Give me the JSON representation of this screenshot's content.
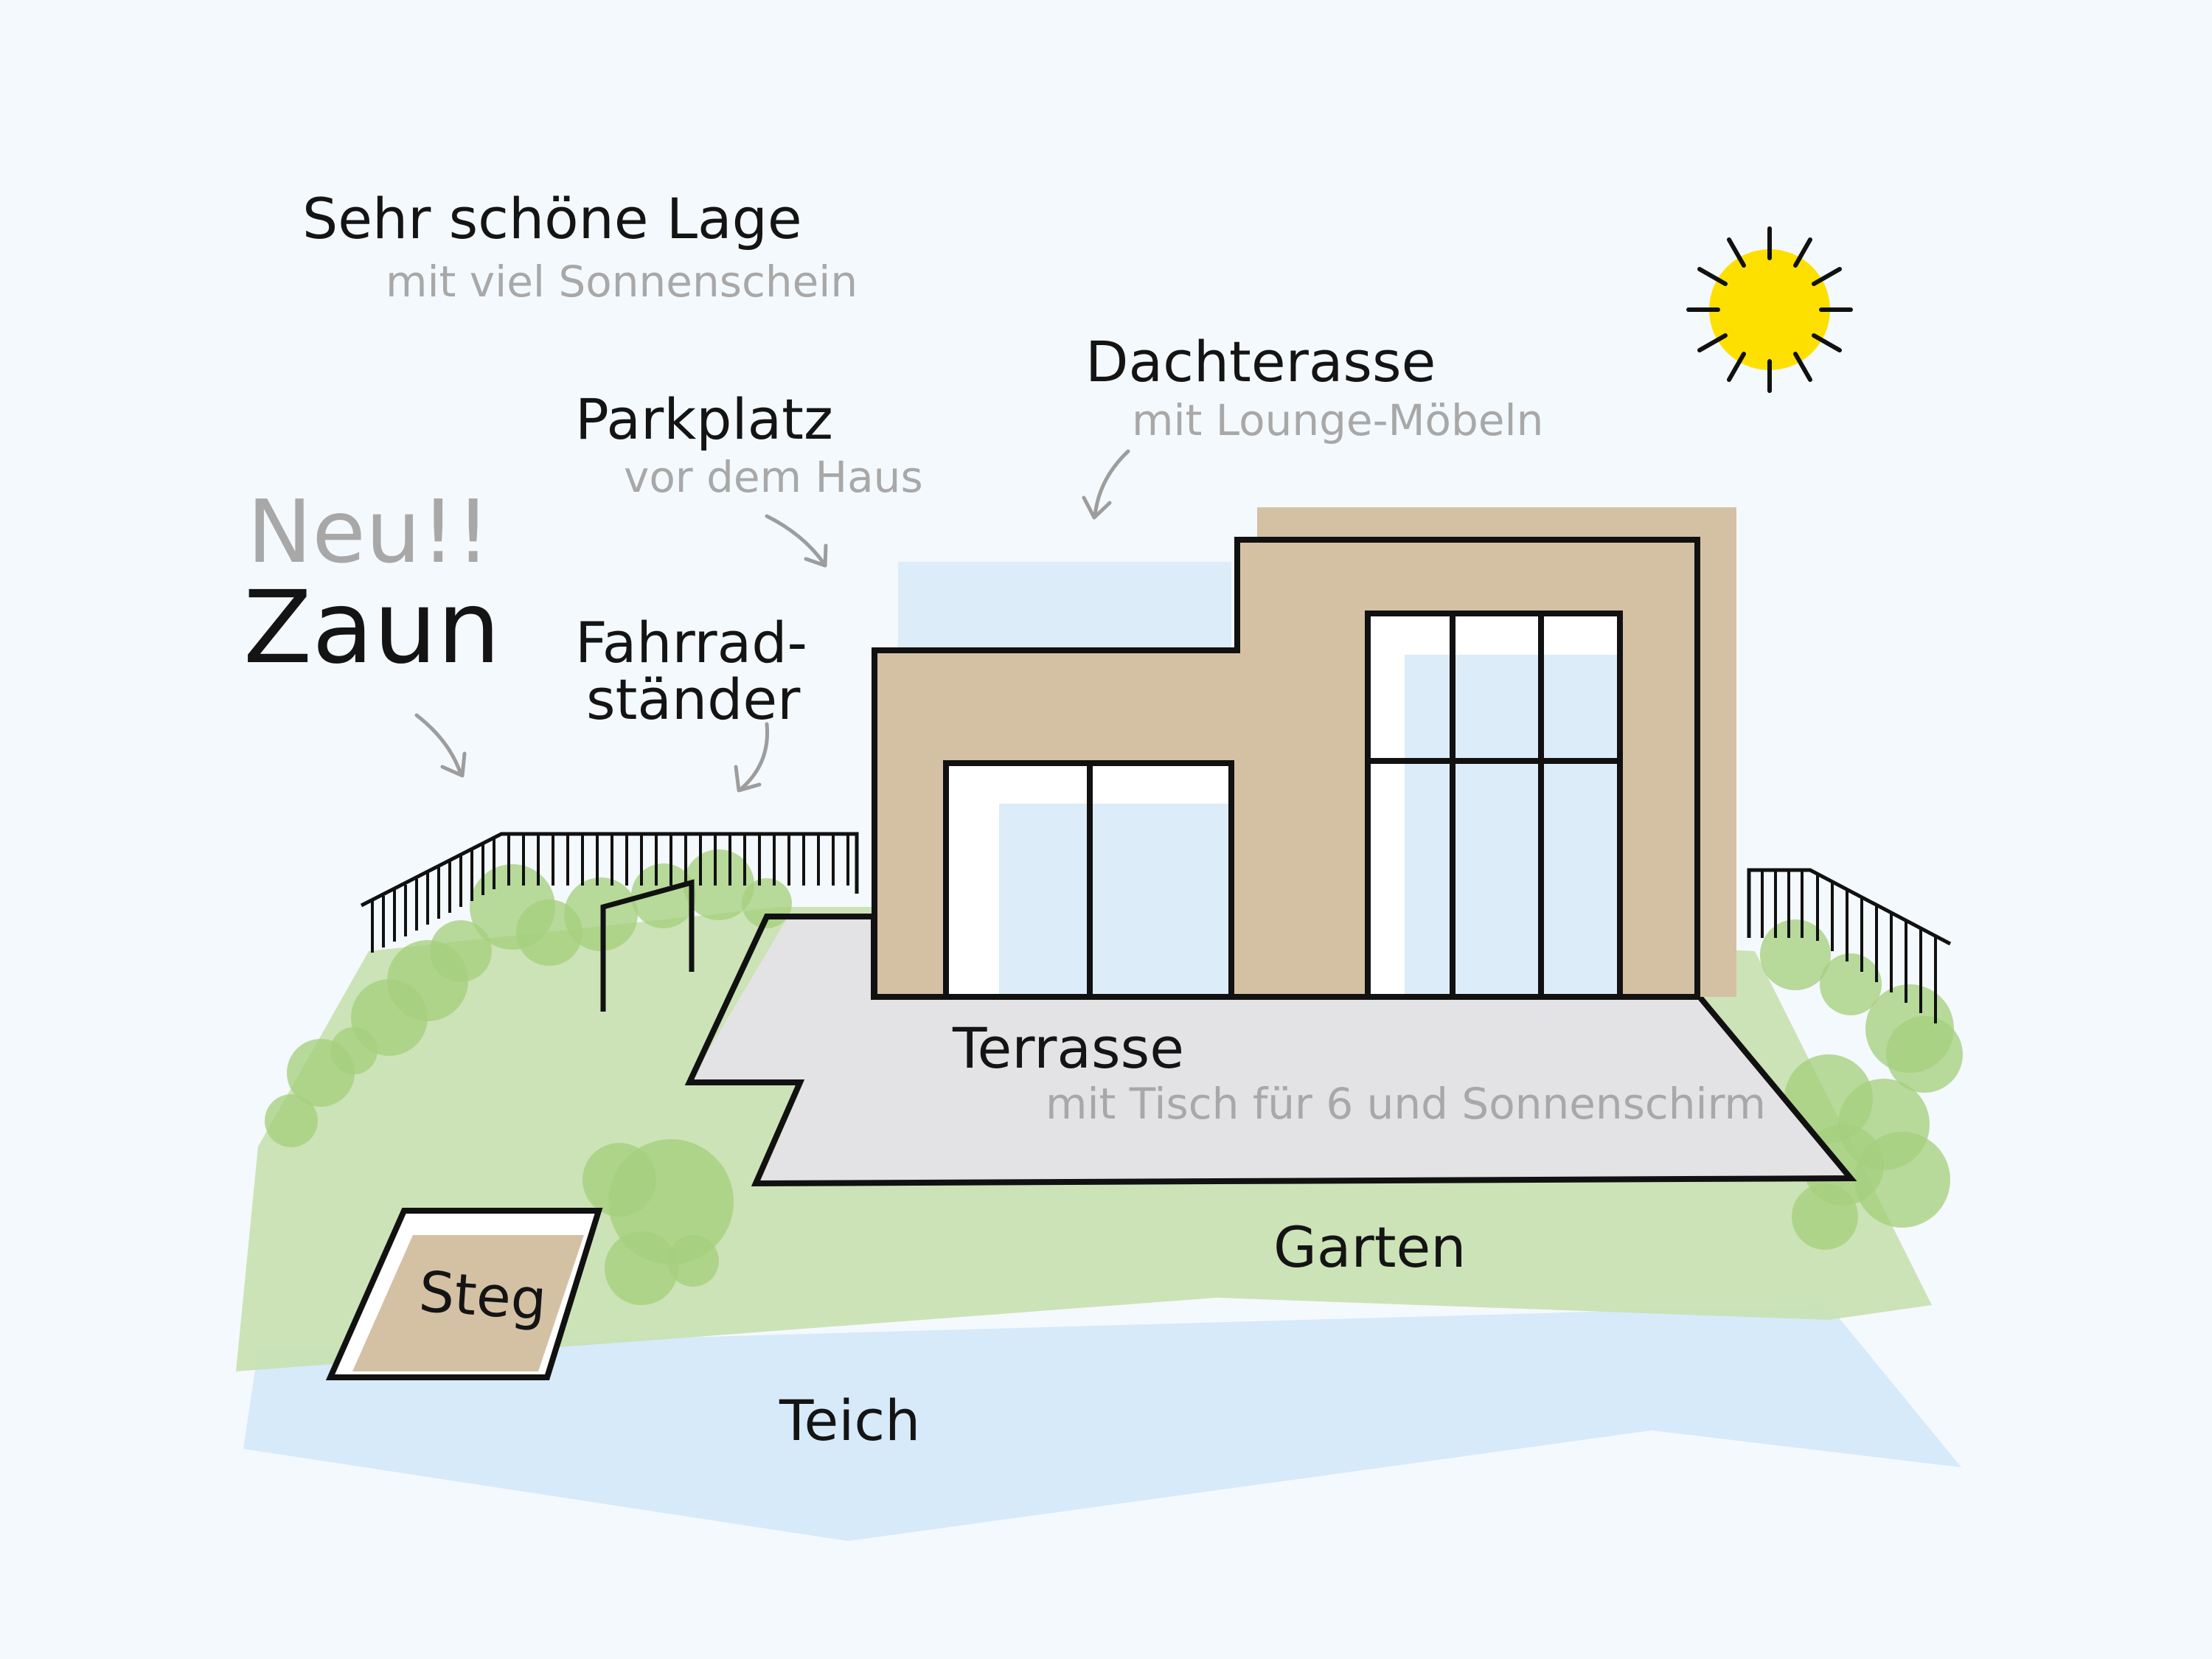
{
  "labels": {
    "lage": {
      "title": "Sehr schöne Lage",
      "subtitle": "mit viel Sonnenschein"
    },
    "neu": "Neu!!",
    "zaun": "Zaun",
    "parkplatz": {
      "title": "Parkplatz",
      "subtitle": "vor dem Haus"
    },
    "dachterasse": {
      "title": "Dachterasse",
      "subtitle": "mit Lounge-Möbeln"
    },
    "fahrrad": {
      "line1": "Fahrrad-",
      "line2": "ständer"
    },
    "terrasse": {
      "title": "Terrasse",
      "subtitle": "mit Tisch für 6 und Sonnenschirm"
    },
    "garten": "Garten",
    "steg": "Steg",
    "teich": "Teich"
  },
  "icons": {
    "sun": "sun-icon",
    "arrows": [
      "curved-arrow-icon"
    ]
  },
  "colors": {
    "background": "#f4f9fd",
    "outline": "#111111",
    "house_wall": "#d4c1a4",
    "glass": "#dcecf8",
    "garden": "#c9e1b3",
    "bush": "#a5cf7d",
    "terrace": "#e3e3e5",
    "pond": "#d6eafa",
    "sun": "#fde000",
    "main_text": "#141414",
    "sub_text": "#a8a8a8"
  }
}
